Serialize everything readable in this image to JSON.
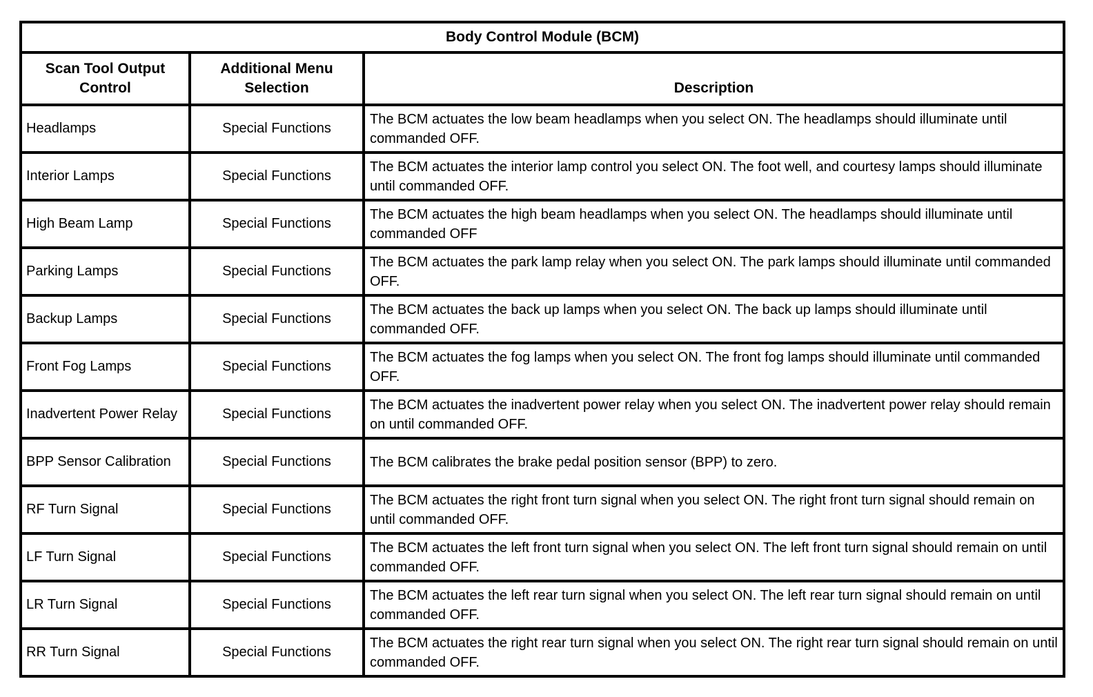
{
  "table": {
    "title": "Body Control Module (BCM)",
    "columns": [
      "Scan Tool Output Control",
      "Additional Menu Selection",
      "Description"
    ],
    "rows": [
      {
        "control": "Headlamps",
        "menu": "Special Functions",
        "description": "The BCM actuates the low beam headlamps when you select ON. The headlamps should illuminate until commanded OFF."
      },
      {
        "control": "Interior Lamps",
        "menu": "Special Functions",
        "description": "The BCM actuates the interior lamp control you select ON. The foot well, and courtesy lamps should illuminate until commanded OFF."
      },
      {
        "control": "High Beam Lamp",
        "menu": "Special Functions",
        "description": "The BCM actuates the high beam headlamps when you select ON. The headlamps should illuminate until commanded OFF"
      },
      {
        "control": "Parking Lamps",
        "menu": "Special Functions",
        "description": "The BCM actuates the park lamp relay when you select ON. The park lamps should illuminate until commanded OFF."
      },
      {
        "control": "Backup Lamps",
        "menu": "Special Functions",
        "description": "The BCM actuates the back up lamps when you select ON. The back up lamps should illuminate until commanded OFF."
      },
      {
        "control": "Front Fog Lamps",
        "menu": "Special Functions",
        "description": "The BCM actuates the fog lamps when you select ON. The front fog lamps should illuminate until commanded OFF."
      },
      {
        "control": "Inadvertent Power Relay",
        "menu": "Special Functions",
        "description": "The BCM actuates the inadvertent power relay when you select ON. The inadvertent power relay should remain on until commanded OFF."
      },
      {
        "control": "BPP Sensor Calibration",
        "menu": "Special Functions",
        "description": "The BCM calibrates the brake pedal position sensor (BPP) to zero."
      },
      {
        "control": "RF Turn Signal",
        "menu": "Special Functions",
        "description": "The BCM actuates the right front turn signal when you select ON. The right front turn signal should remain on until commanded OFF."
      },
      {
        "control": "LF Turn Signal",
        "menu": "Special Functions",
        "description": "The BCM actuates the left front turn signal when you select ON. The left front turn signal should remain on until commanded OFF."
      },
      {
        "control": "LR Turn Signal",
        "menu": "Special Functions",
        "description": "The BCM actuates the left rear turn signal when you select ON. The left rear turn signal should remain on until commanded OFF."
      },
      {
        "control": "RR Turn Signal",
        "menu": "Special Functions",
        "description": "The BCM actuates the right rear turn signal when you select ON. The right rear turn signal should remain on until commanded OFF."
      }
    ]
  }
}
